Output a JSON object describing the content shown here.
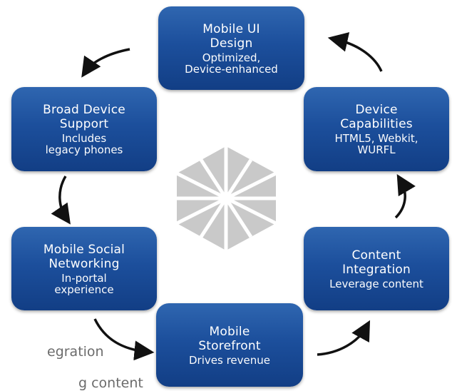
{
  "nodes": {
    "mobile_ui": {
      "title": "Mobile UI\nDesign",
      "sub": "Optimized,\nDevice-enhanced"
    },
    "device": {
      "title": "Device\nCapabilities",
      "sub": "HTML5, Webkit,\nWURFL"
    },
    "content": {
      "title": "Content\nIntegration",
      "sub": "Leverage content"
    },
    "store": {
      "title": "Mobile\nStorefront",
      "sub": "Drives revenue"
    },
    "social": {
      "title": "Mobile Social\nNetworking",
      "sub": "In-portal\nexperience"
    },
    "broad": {
      "title": "Broad Device\nSupport",
      "sub": "Includes\nlegacy phones"
    }
  },
  "background_text": {
    "line1": "egration",
    "line2": "g content"
  },
  "colors": {
    "node_fill": "#1c4f9c",
    "arrow": "#111111",
    "logo": "#c8c8c8"
  },
  "icons": {
    "center": "hexagon-logo-icon"
  }
}
